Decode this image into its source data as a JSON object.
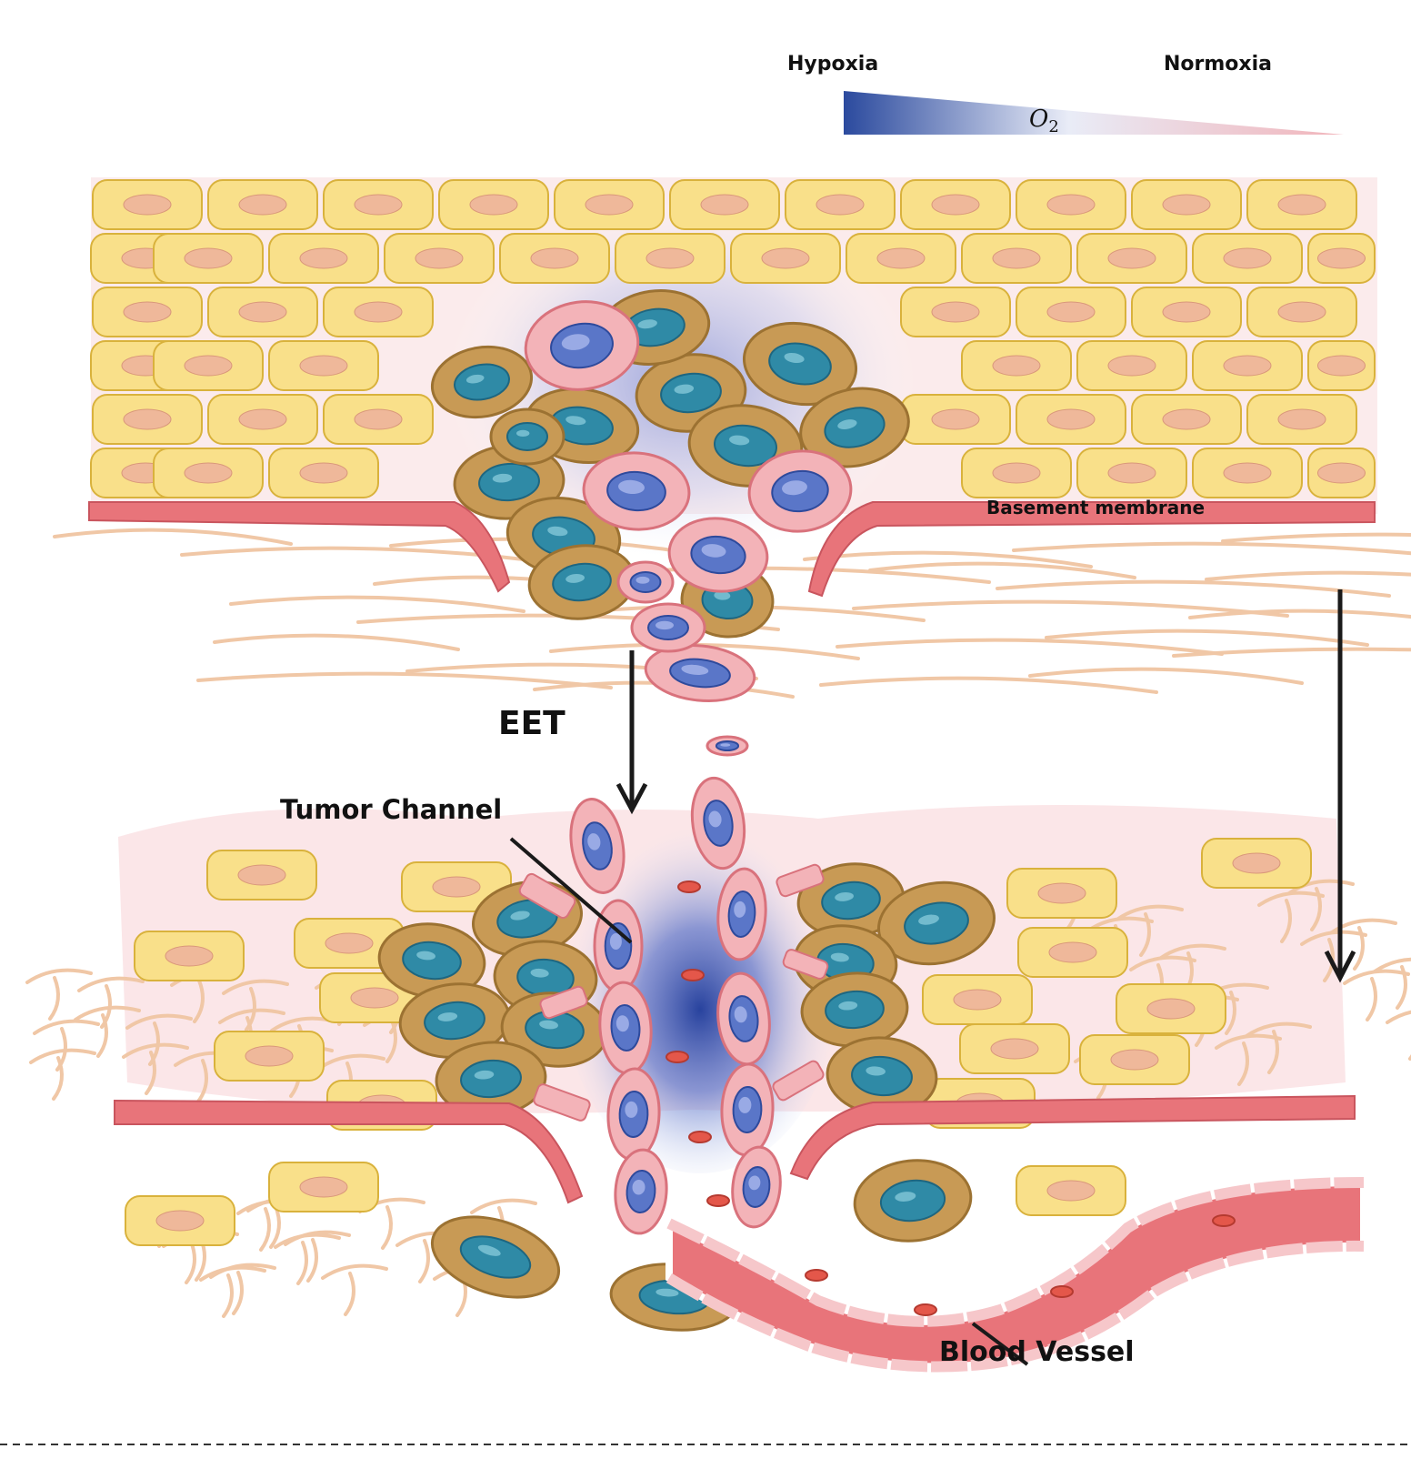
{
  "labels": {
    "hypoxia": "Hypoxia",
    "normoxia": "Normoxia",
    "oxygen": "O",
    "oxygen_sub": "2",
    "basement_membrane": "Basement membrane",
    "eet": "EET",
    "tumor_channel": "Tumor Channel",
    "blood_vessel": "Blood Vessel"
  },
  "colors": {
    "epithelial_cell": "#f9e08a",
    "epithelial_border": "#d9b23c",
    "nucleus": "#efb89a",
    "tumor_cell": "#c89a55",
    "tumor_border": "#9c7232",
    "tumor_nucleus": "#2f8aa6",
    "pink_cell": "#f3b3b8",
    "pink_border": "#d9727c",
    "pink_nucleus": "#5a76c8",
    "hypoxia_blue": "#2b4a9e",
    "vessel_red": "#e8747a",
    "fiber": "#f0c7a6",
    "arrow": "#1a1a1a"
  }
}
